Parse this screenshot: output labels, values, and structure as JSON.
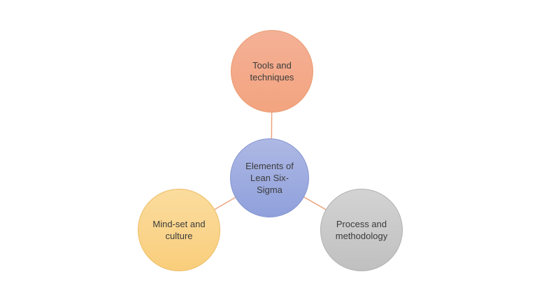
{
  "diagram": {
    "title": "Elements of Lean Six-Sigma",
    "background_color": "#ffffff",
    "connector_color": "#eda27d",
    "text_color": "#3b3b3b",
    "nodes": [
      {
        "id": "center",
        "label": "Elements of\nLean Six-\nSigma",
        "fill_top": "#aeb8e4",
        "fill_bottom": "#8fa0dc",
        "border": "#8494ce"
      },
      {
        "id": "tools",
        "label": "Tools and\ntechniques",
        "fill_top": "#f4b096",
        "fill_bottom": "#f3a47f",
        "border": "#e99c73"
      },
      {
        "id": "mindset",
        "label": "Mind-set and\nculture",
        "fill_top": "#fbdc9e",
        "fill_bottom": "#f9ce7c",
        "border": "#ecbd65"
      },
      {
        "id": "process",
        "label": "Process and\nmethodology",
        "fill_top": "#d3d3d3",
        "fill_bottom": "#c0c0c0",
        "border": "#b1b1b1"
      }
    ]
  }
}
